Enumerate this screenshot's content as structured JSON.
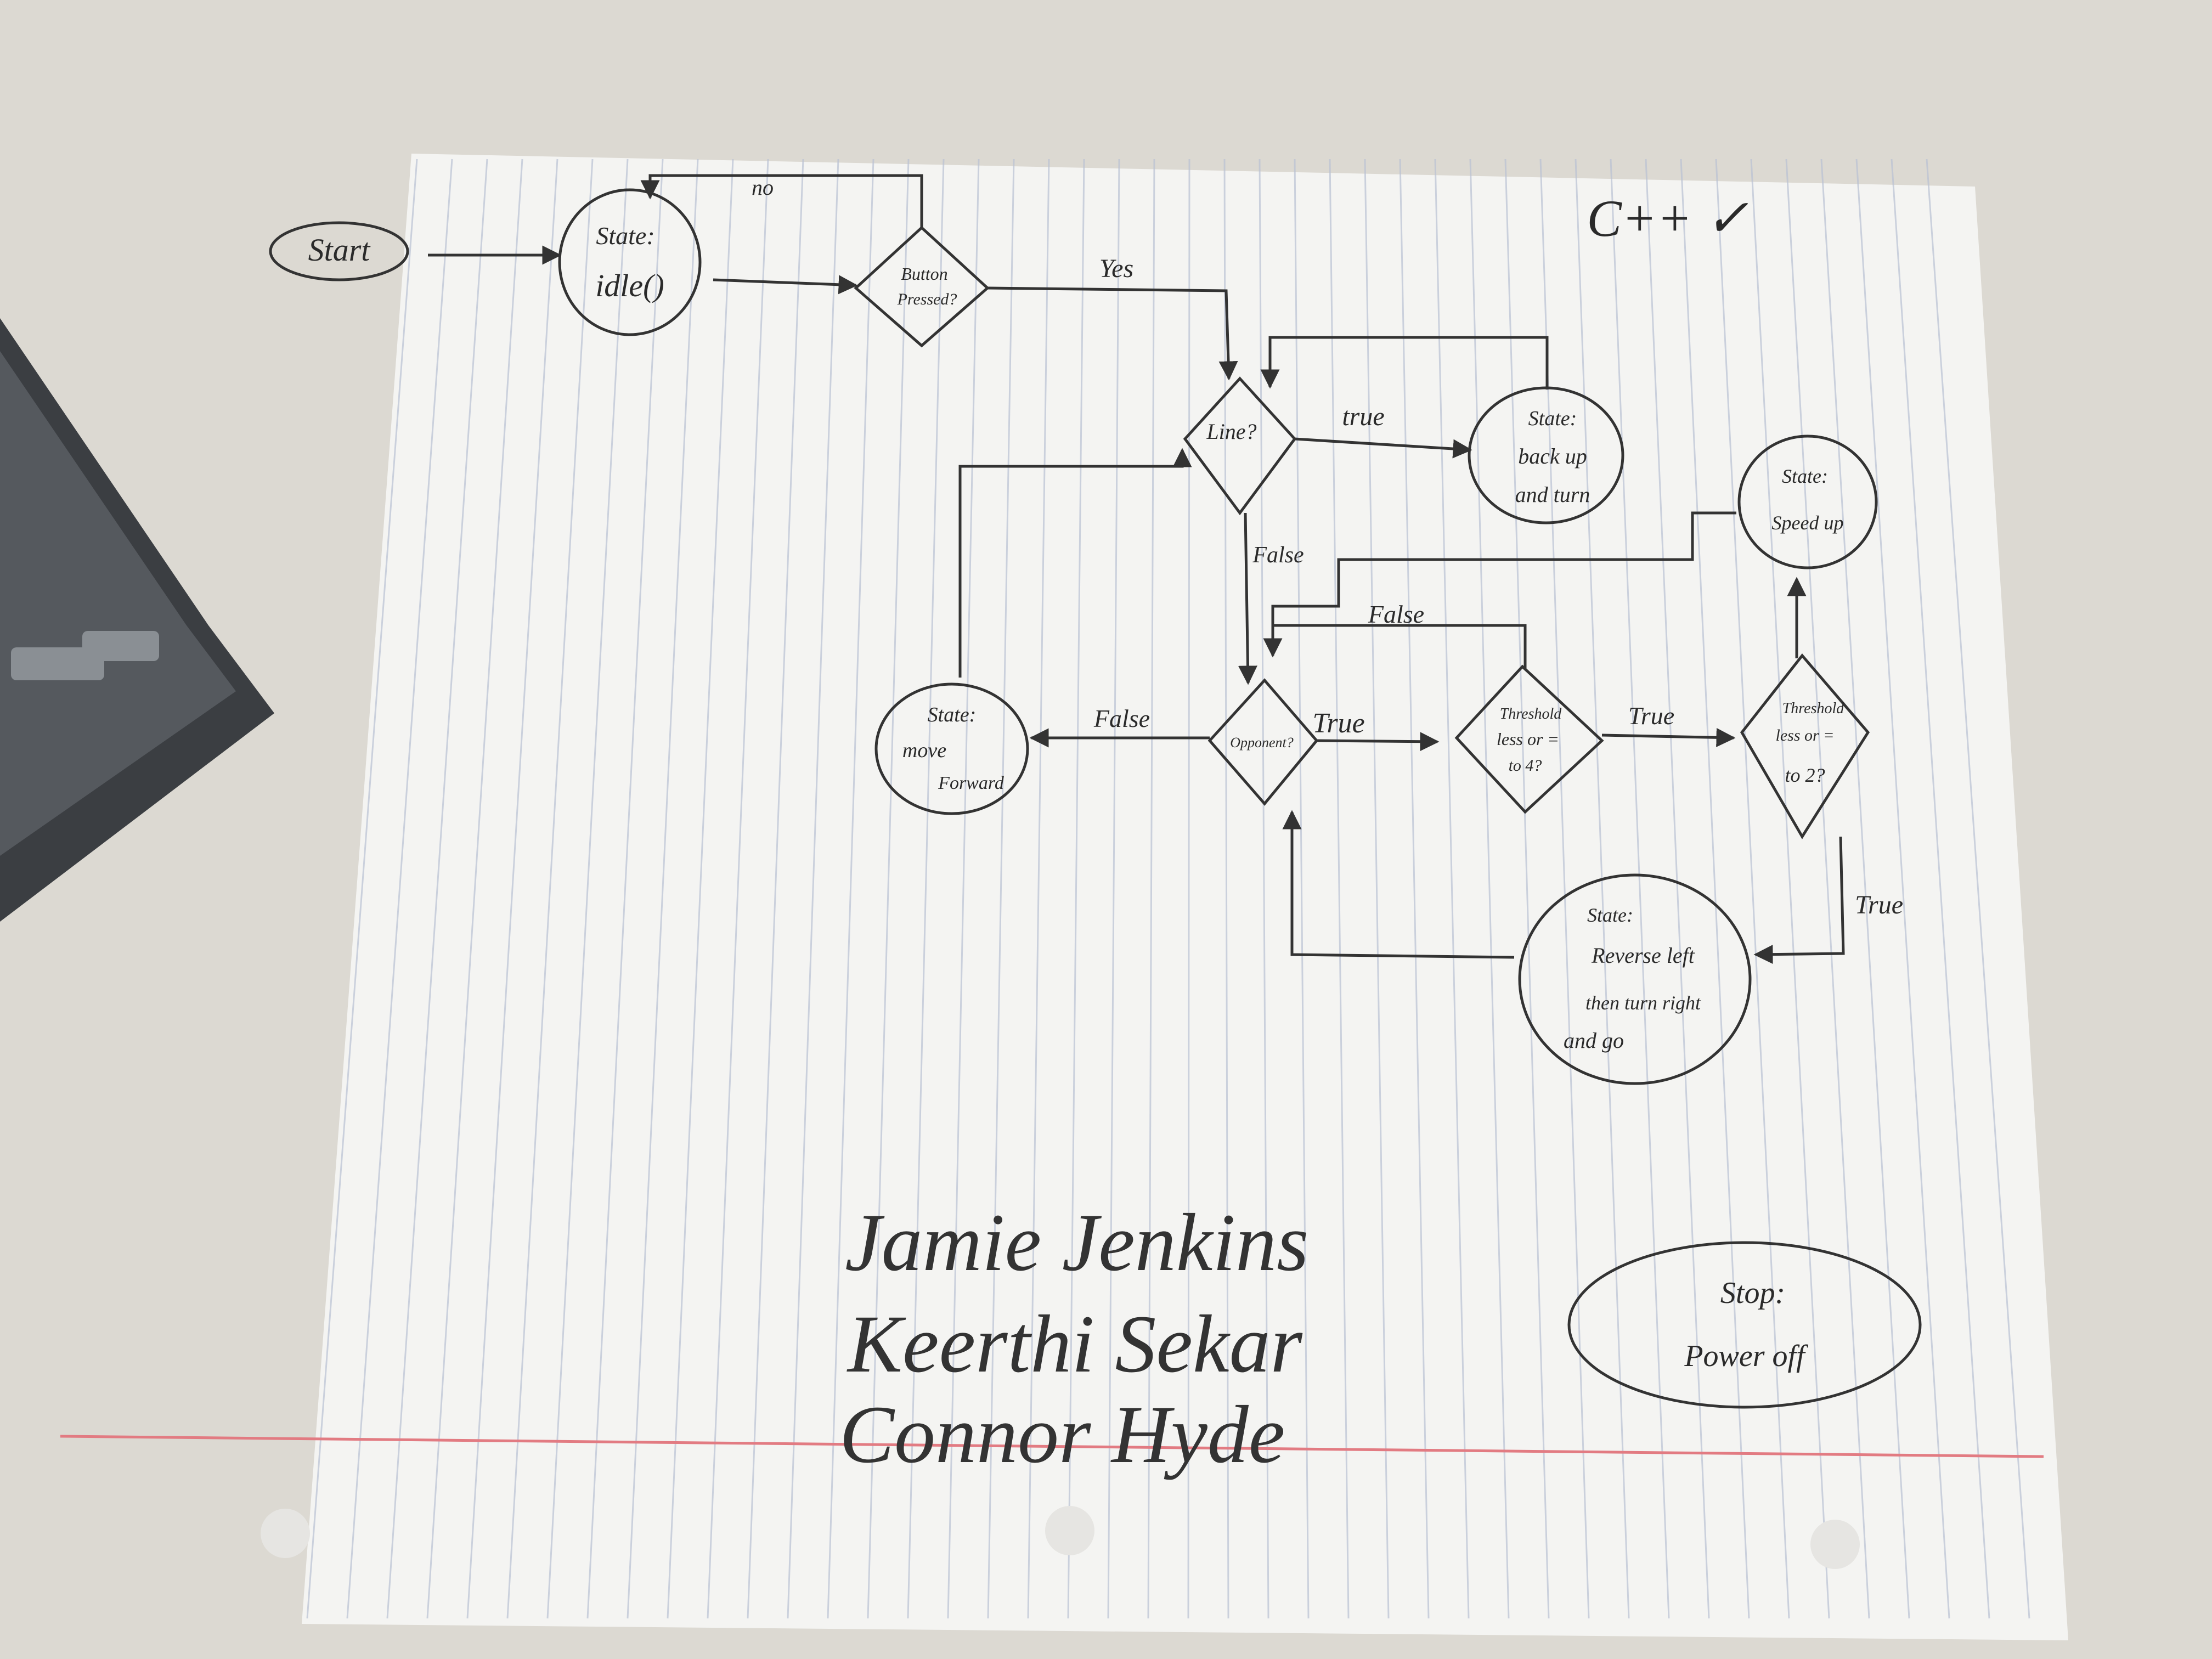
{
  "header_note": "C++ ✓",
  "nodes": {
    "start": "Start",
    "idle_l1": "State:",
    "idle_l2": "idle()",
    "button_l1": "Button",
    "button_l2": "Pressed?",
    "line_q": "Line?",
    "backup_l1": "State:",
    "backup_l2": "back up",
    "backup_l3": "and turn",
    "speed_l1": "State:",
    "speed_l2": "Speed up",
    "opponent_q": "Opponent?",
    "move_l1": "State:",
    "move_l2": "move",
    "move_l3": "Forward",
    "th4_l1": "Threshold",
    "th4_l2": "less or =",
    "th4_l3": "to 4?",
    "th2_l1": "Threshold",
    "th2_l2": "less or =",
    "th2_l3": "to 2?",
    "reverse_l1": "State:",
    "reverse_l2": "Reverse left",
    "reverse_l3": "then turn right",
    "reverse_l4": "and go",
    "stop_l1": "Stop:",
    "stop_l2": "Power off"
  },
  "edge_labels": {
    "no": "no",
    "yes": "Yes",
    "line_true": "true",
    "line_false": "False",
    "opp_false": "False",
    "opp_true": "True",
    "th4_false": "False",
    "th4_true": "True",
    "th2_true": "True"
  },
  "names": [
    "Jamie Jenkins",
    "Keerthi Sekar",
    "Connor Hyde"
  ]
}
